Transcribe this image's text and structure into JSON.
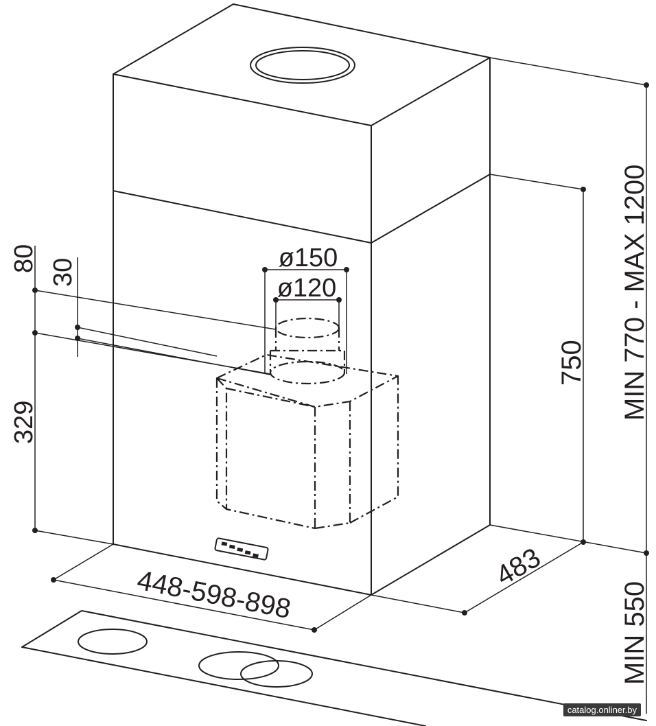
{
  "dimensions": {
    "duct_diameter_outer": "ø150",
    "duct_diameter_inner": "ø120",
    "offset_top": "80",
    "offset_small": "30",
    "motor_height": "329",
    "body_height": "750",
    "total_height": "MIN 770 - MAX 1200",
    "clearance": "MIN 550",
    "width": "448-598-898",
    "depth": "483"
  },
  "watermark": "catalog.onliner.by"
}
